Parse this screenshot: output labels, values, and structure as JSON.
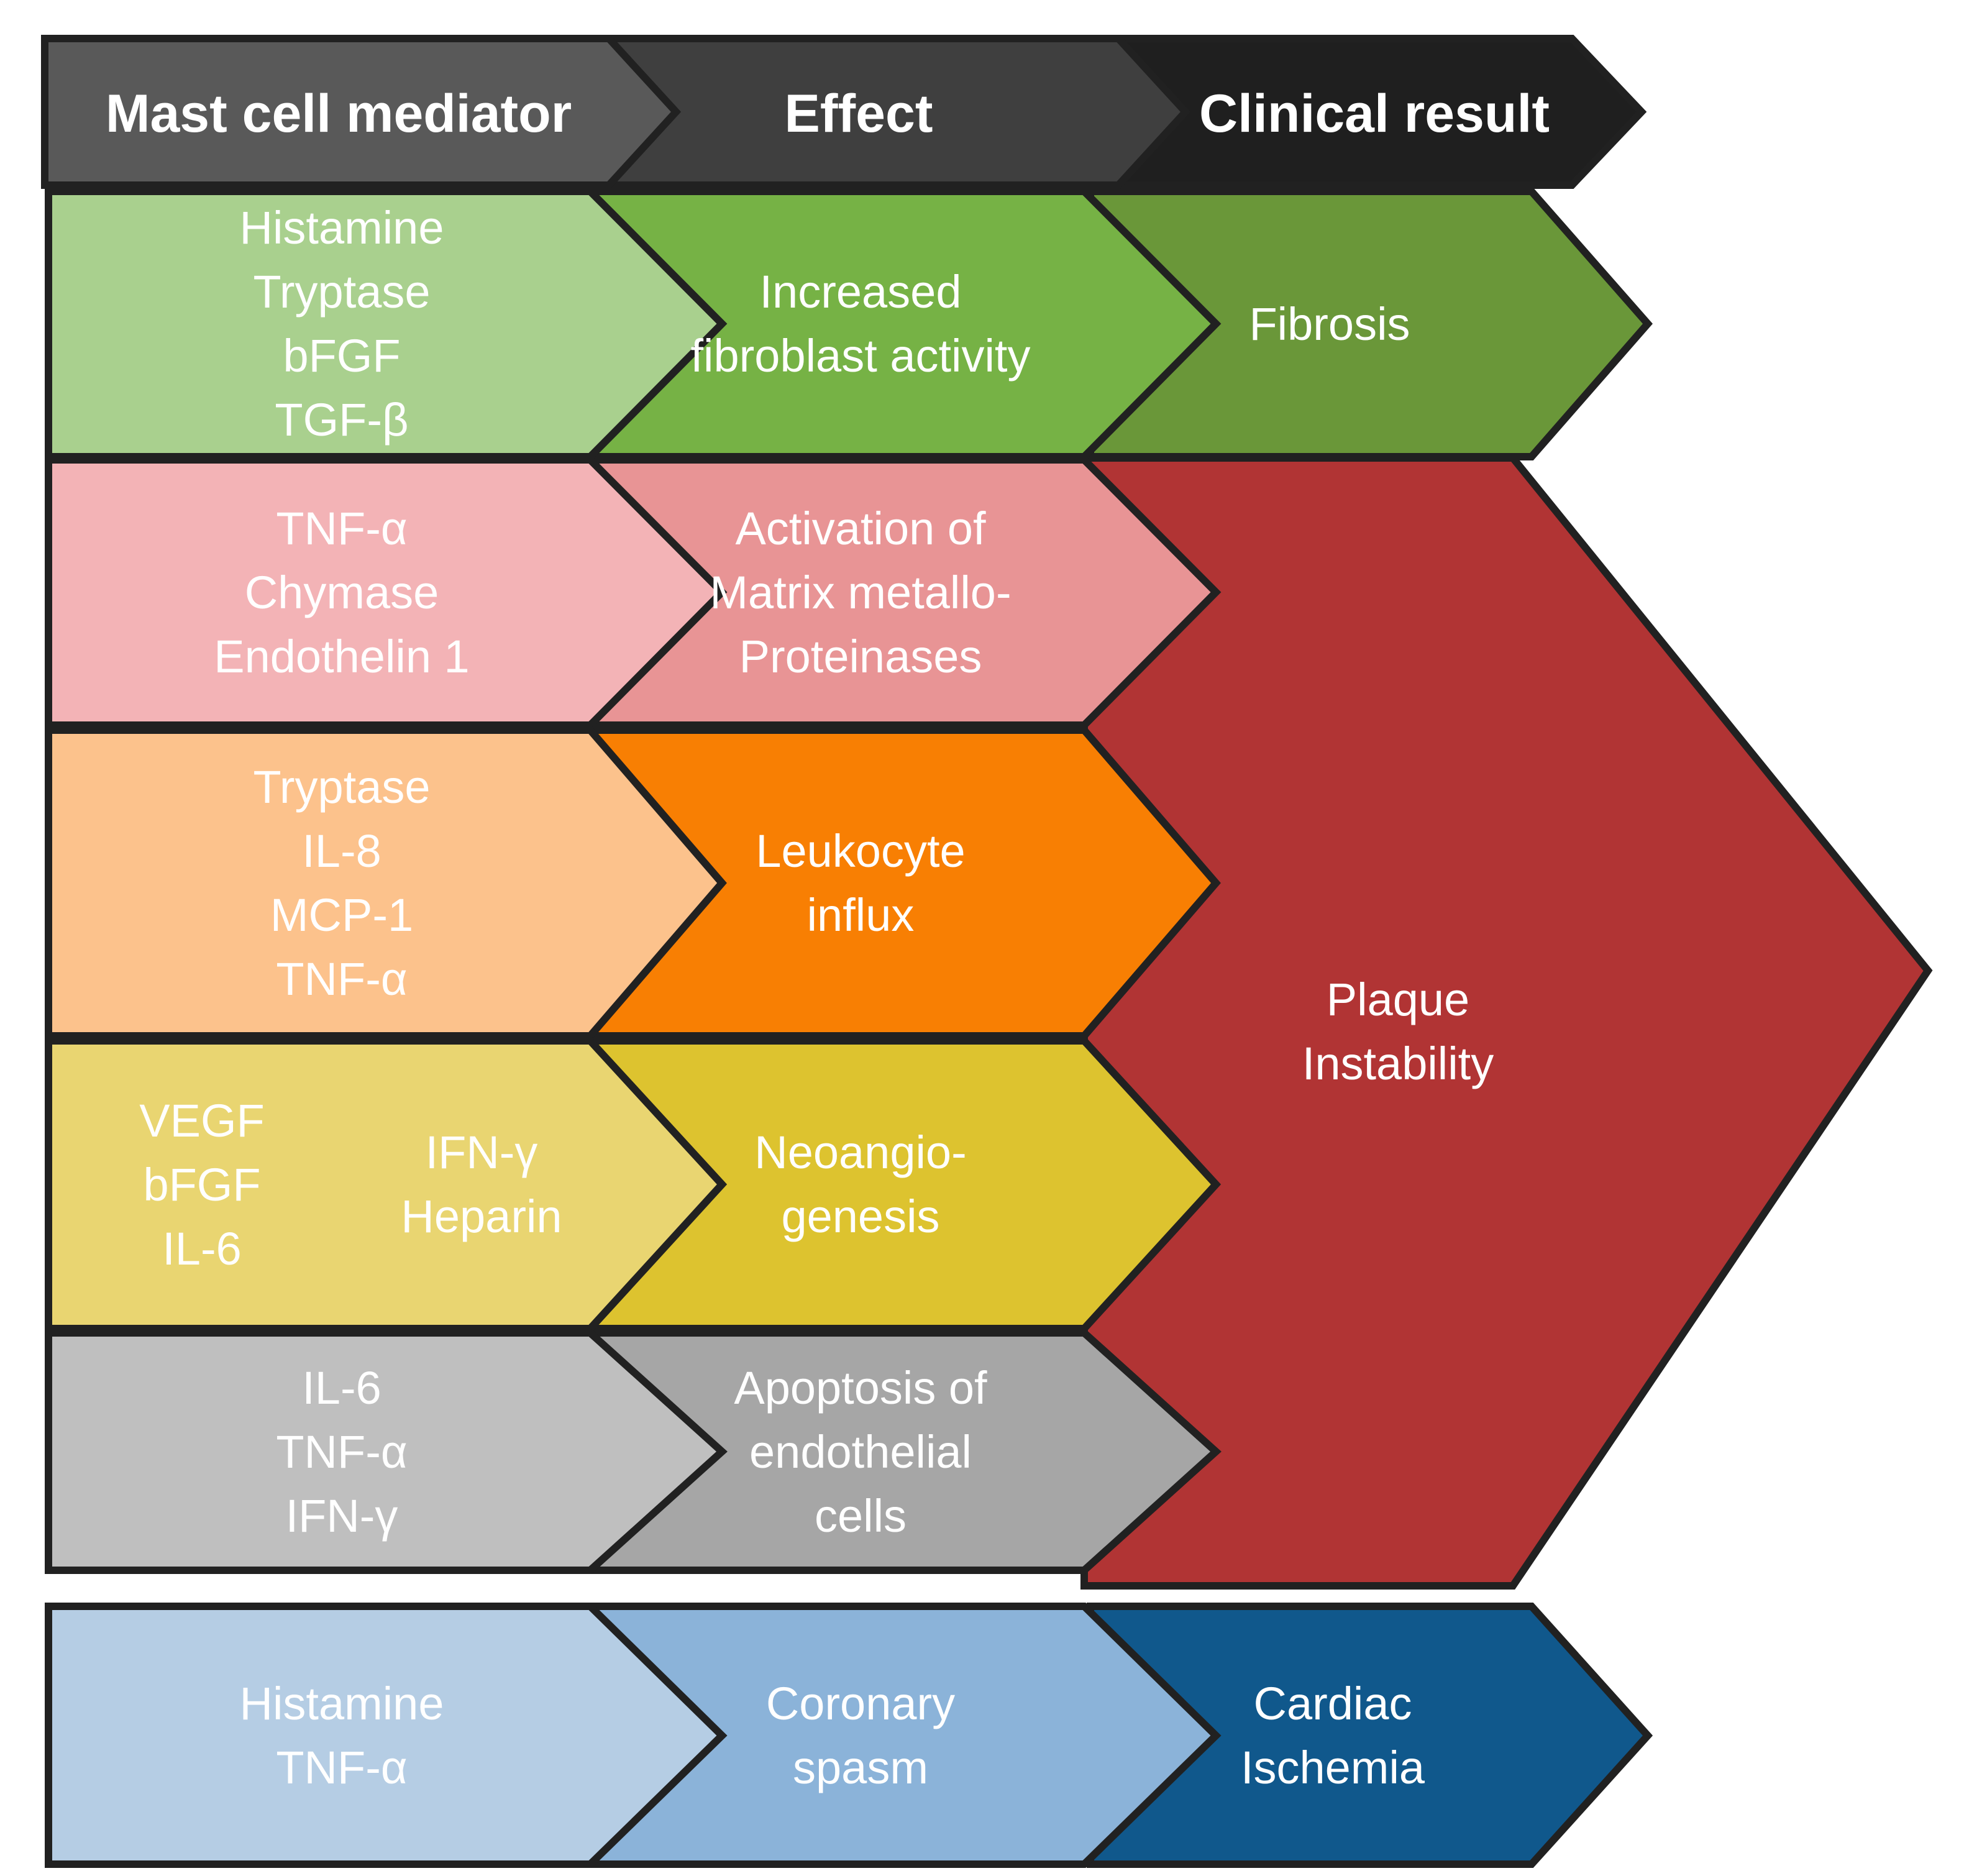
{
  "diagram": {
    "outline_color": "#212121",
    "background_color": "#ffffff",
    "text_color": "#ffffff"
  },
  "headers": [
    {
      "label": "Mast cell mediator",
      "color": "#595959"
    },
    {
      "label": "Effect",
      "color": "#3f3f3f"
    },
    {
      "label": "Clinical result",
      "color": "#1f1f1f"
    }
  ],
  "rows": [
    {
      "mediators": [
        "Histamine",
        "Tryptase",
        "bFGF",
        "TGF-β"
      ],
      "mediator_color": "#a9d08e",
      "effect": [
        "Increased",
        "fibroblast activity"
      ],
      "effect_color": "#76b245",
      "result": [
        "Fibrosis"
      ],
      "result_color": "#6a9739"
    },
    {
      "mediators": [
        "TNF-α",
        "Chymase",
        "Endothelin 1"
      ],
      "mediator_color": "#f3b3b6",
      "effect": [
        "Activation of",
        "Matrix metallo-",
        "Proteinases"
      ],
      "effect_color": "#e89495"
    },
    {
      "mediators": [
        "Tryptase",
        "IL-8",
        "MCP-1",
        "TNF-α"
      ],
      "mediator_color": "#fcc28c",
      "effect": [
        "Leukocyte",
        "influx"
      ],
      "effect_color": "#f87f03"
    },
    {
      "mediators": [
        "VEGF",
        "bFGF",
        "IL-6"
      ],
      "mediators_right": [
        "IFN-γ",
        "Heparin"
      ],
      "mediator_color": "#e9d571",
      "effect": [
        "Neoangio-",
        "genesis"
      ],
      "effect_color": "#ddc32f"
    },
    {
      "mediators": [
        "IL-6",
        "TNF-α",
        "IFN-γ"
      ],
      "mediator_color": "#bfbfbf",
      "effect": [
        "Apoptosis of",
        "endothelial",
        "cells"
      ],
      "effect_color": "#a6a6a6"
    },
    {
      "mediators": [
        "Histamine",
        "TNF-α"
      ],
      "mediator_color": "#b5cde4",
      "effect": [
        "Coronary",
        "spasm"
      ],
      "effect_color": "#8bb3d9",
      "result": [
        "Cardiac",
        "Ischemia"
      ],
      "result_color": "#10588c"
    }
  ],
  "merged_result": {
    "lines": [
      "Plaque",
      "Instability"
    ],
    "color": "#b13434"
  }
}
